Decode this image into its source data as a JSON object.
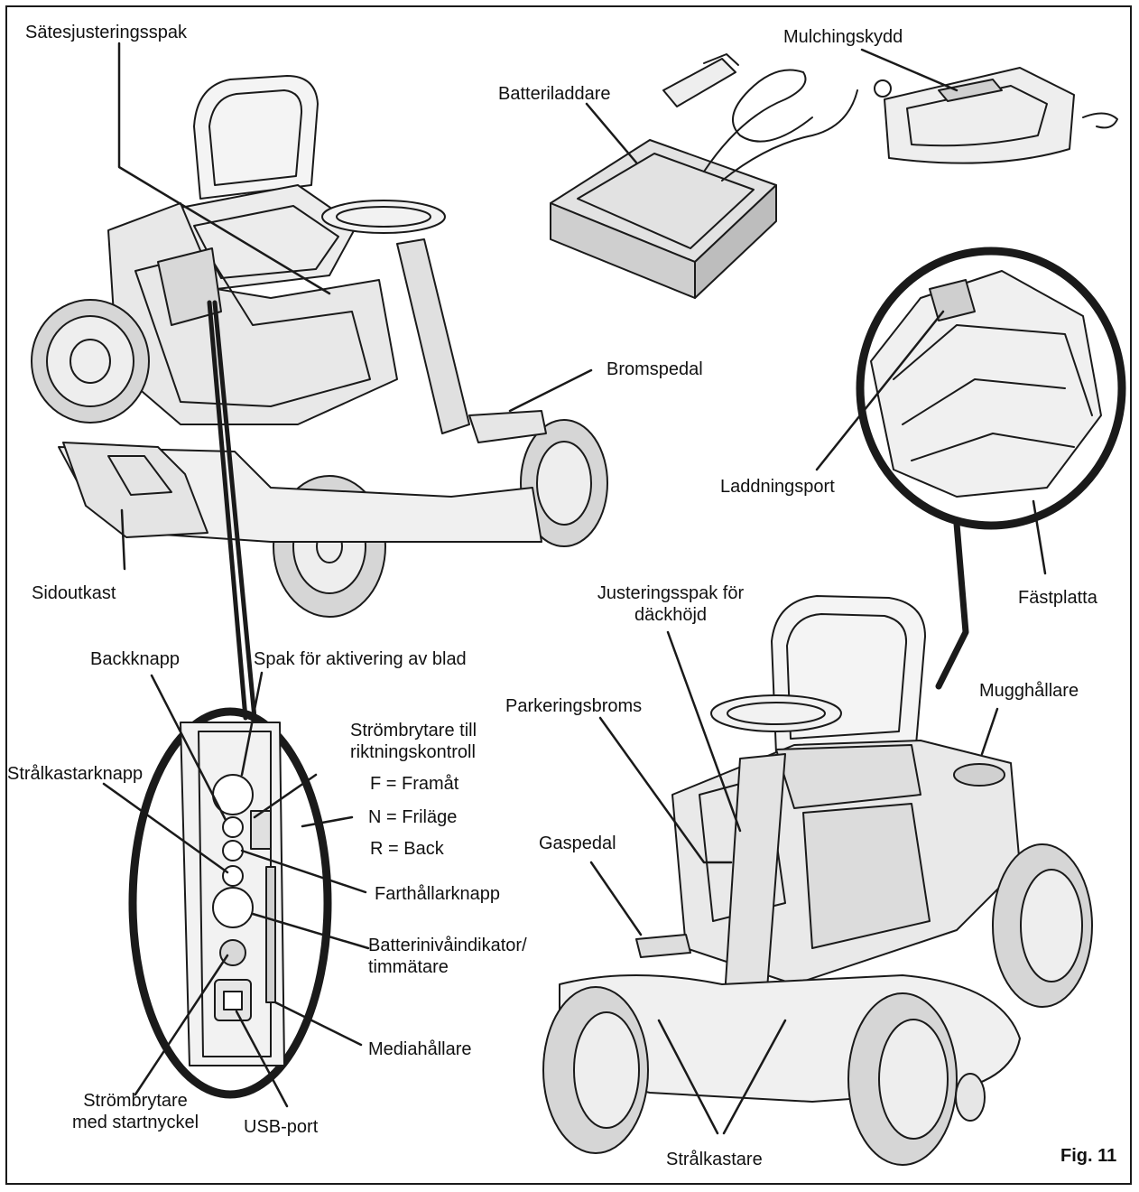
{
  "figure": {
    "number_label": "Fig. 11"
  },
  "labels": {
    "seat_adjust_lever": "Sätesjusteringsspak",
    "mulching_guard": "Mulchingskydd",
    "battery_charger": "Batteriladdare",
    "brake_pedal": "Bromspedal",
    "charging_port": "Laddningsport",
    "side_discharge": "Sidoutkast",
    "mounting_plate": "Fästplatta",
    "deck_height_lever_line1": "Justeringsspak för",
    "deck_height_lever_line2": "däckhöjd",
    "reverse_button": "Backknapp",
    "blade_engage_lever": "Spak för aktivering av blad",
    "parking_brake": "Parkeringsbroms",
    "cup_holder": "Mugghållare",
    "direction_switch_line1": "Strömbrytare till",
    "direction_switch_line2": "riktningskontroll",
    "forward": "F = Framåt",
    "neutral": "N = Friläge",
    "reverse": "R = Back",
    "headlight_button": "Strålkastarknapp",
    "throttle_pedal": "Gaspedal",
    "cruise_button": "Farthållarknapp",
    "battery_indicator_line1": "Batterinivåindikator/",
    "battery_indicator_line2": "timmätare",
    "media_holder": "Mediahållare",
    "key_switch_line1": "Strömbrytare",
    "key_switch_line2": "med startnyckel",
    "usb_port": "USB-port",
    "headlights": "Strålkastare"
  }
}
